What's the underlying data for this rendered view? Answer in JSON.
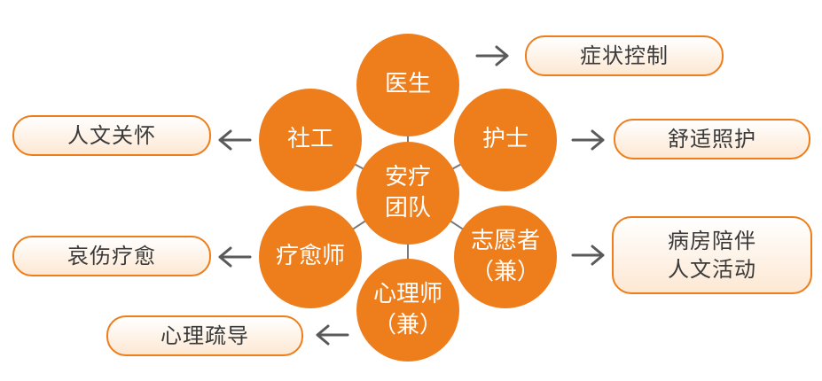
{
  "center": {
    "line1": "安疗",
    "line2": "团队"
  },
  "members": {
    "doctor": {
      "line1": "医生"
    },
    "nurse": {
      "line1": "护士"
    },
    "social_worker": {
      "line1": "社工"
    },
    "therapist": {
      "line1": "疗愈师"
    },
    "volunteer": {
      "line1": "志愿者",
      "line2": "（兼）"
    },
    "psychologist": {
      "line1": "心理师",
      "line2": "（兼）"
    }
  },
  "roles": {
    "doctor": {
      "line1": "症状控制"
    },
    "nurse": {
      "line1": "舒适照护"
    },
    "social_worker": {
      "line1": "人文关怀"
    },
    "therapist": {
      "line1": "哀伤疗愈"
    },
    "volunteer": {
      "line1": "病房陪伴",
      "line2": "人文活动"
    },
    "psychologist": {
      "line1": "心理疏导"
    }
  },
  "colors": {
    "accent": "#ee7d1b",
    "box_fill_bottom": "#fde8d3",
    "arrow": "#5a5a5a",
    "box_text": "#3a3a3a"
  }
}
